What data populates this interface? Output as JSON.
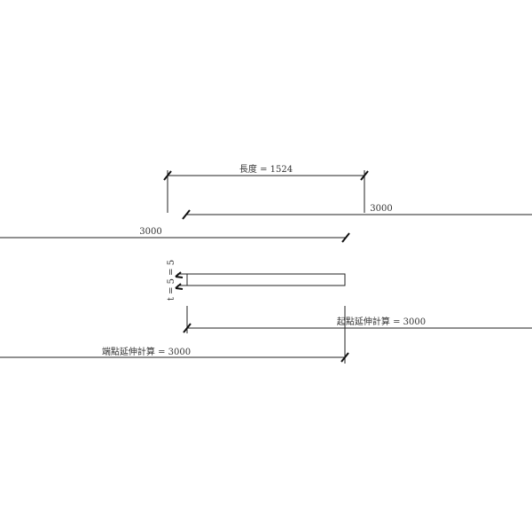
{
  "dimensions": {
    "length_label": "長度 = 1524",
    "upper_right_value": "3000",
    "upper_left_value": "3000",
    "thickness_label": "t = 5 = 5",
    "start_extension_label": "起點延伸計算 = 3000",
    "end_extension_label": "端點延伸計算 = 3000"
  }
}
